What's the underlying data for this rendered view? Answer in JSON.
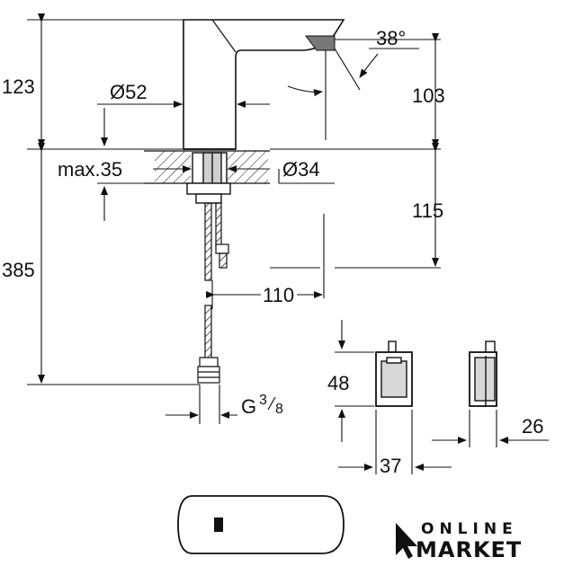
{
  "dimensions": {
    "d123": "123",
    "d103": "103",
    "d52": "Ø52",
    "angle": "38°",
    "max35": "max.35",
    "d34": "Ø34",
    "d115": "115",
    "d385": "385",
    "d110": "110",
    "thread_g": "G",
    "thread_num": "3",
    "thread_den": "8",
    "d48": "48",
    "d37": "37",
    "d26": "26"
  },
  "watermark": {
    "line1": "ONLINE",
    "line2": "MARKET"
  },
  "colors": {
    "line": "#111111",
    "fill_gray": "#d8d8d8"
  }
}
